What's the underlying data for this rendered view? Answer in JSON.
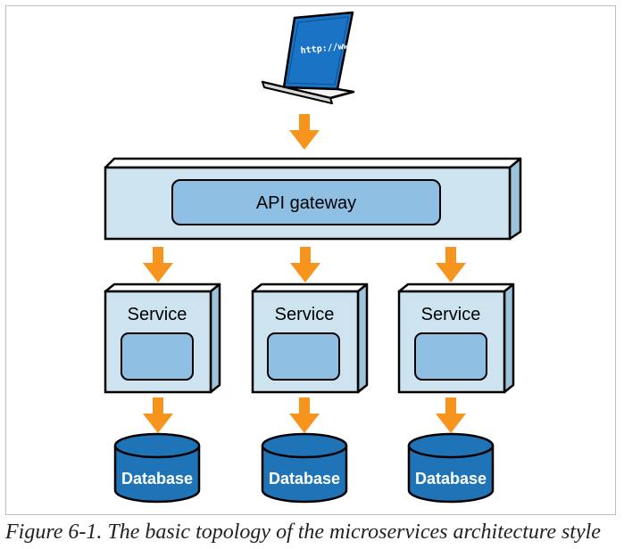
{
  "diagram": {
    "client": {
      "icon": "laptop-icon",
      "screen_text": "http://www"
    },
    "gateway": {
      "label": "API gateway"
    },
    "services": [
      {
        "label": "Service",
        "database_label": "Database"
      },
      {
        "label": "Service",
        "database_label": "Database"
      },
      {
        "label": "Service",
        "database_label": "Database"
      }
    ]
  },
  "caption": "Figure 6-1. The basic topology of the microservices architecture style",
  "colors": {
    "box_fill": "#cde3f0",
    "box_side": "#9cc3dc",
    "inner_fill": "#8fbfe3",
    "stroke": "#000000",
    "arrow": "#f7941d",
    "database": "#1f74b8",
    "laptop_screen": "#1b73c5"
  }
}
